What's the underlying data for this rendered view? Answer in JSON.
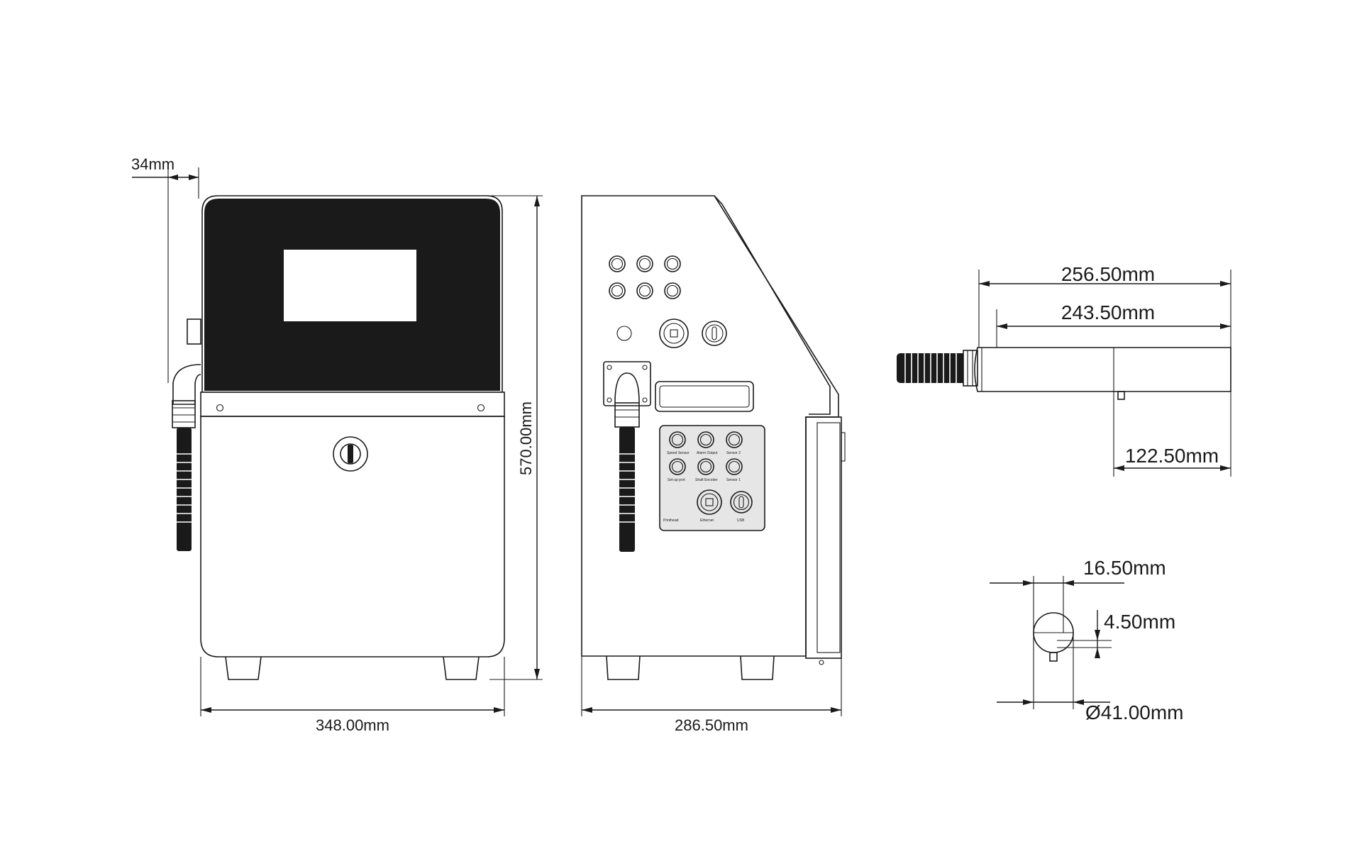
{
  "dimensions": {
    "offset": "34mm",
    "height": "570.00mm",
    "front_width": "348.00mm",
    "side_width": "286.50mm",
    "nozzle_total": "256.50mm",
    "nozzle_body": "243.50mm",
    "nozzle_partial": "122.50mm",
    "head_offset": "16.50mm",
    "head_tip": "4.50mm",
    "head_diameter": "Ø41.00mm"
  },
  "panel_labels": {
    "row1": [
      "Speed Sensor",
      "Alarm Output",
      "Sensor 2"
    ],
    "row2": [
      "Set-up port",
      "Shaft Encoder",
      "Sensor 1"
    ],
    "row3": [
      "Printhead",
      "Ethernet",
      "USB"
    ]
  }
}
